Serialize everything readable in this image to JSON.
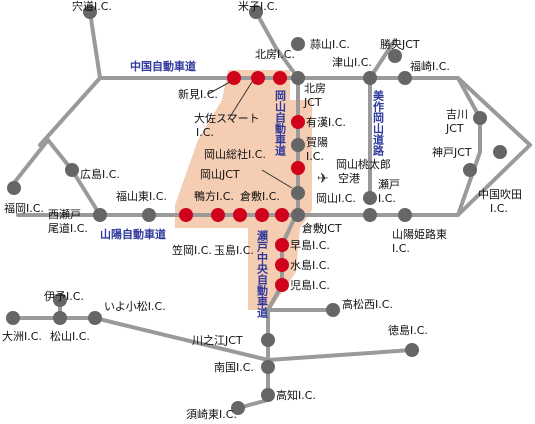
{
  "colors": {
    "road": "#9a9a9a",
    "node": "#666666",
    "highlight_node": "#d0021b",
    "highlight_area": "#f4cdb3",
    "highway_label": "#2f3a9c"
  },
  "highways": {
    "chugoku": "中国自動車道",
    "sanyo": "山陽自動車道",
    "okayama": "岡山自動車道",
    "setochuo": "瀬戸中央自動車道",
    "mimasaka_okayama": "美作岡山道路"
  },
  "interchanges": {
    "shishido": "宍道I.C.",
    "yonago": "米子I.C.",
    "hiruzen": "蒜山I.C.",
    "katsuo_jct": "勝央JCT",
    "tsuyama": "津山I.C.",
    "fukusaki": "福崎I.C.",
    "hokubo": "北房I.C.",
    "hokubo_jct_1": "北房",
    "hokubo_jct_2": "JCT",
    "niimi": "新見I.C.",
    "osa_smart_1": "大佐スマート",
    "osa_smart_2": "I.C.",
    "ukan": "有漢I.C.",
    "kayo_1": "賀陽",
    "kayo_2": "I.C.",
    "okayama_soja": "岡山総社I.C.",
    "yoshikawa_jct_1": "吉川",
    "yoshikawa_jct_2": "JCT",
    "kobe_jct": "神戸JCT",
    "hiroshima": "広島I.C.",
    "okayama_jct": "岡山JCT",
    "airport_1": "岡山桃太郎",
    "airport_2": "空港",
    "seto_1": "瀬戸",
    "seto_2": "I.C.",
    "chugoku_suita_1": "中国吹田",
    "chugoku_suita_2": "I.C.",
    "fukuyama_higashi": "福山東I.C.",
    "kamogata": "鴨方I.C.",
    "kurashiki": "倉敷I.C.",
    "okayama_ic": "岡山I.C.",
    "fukuoka": "福岡I.C.",
    "nishiseto_1": "西瀬戸",
    "nishiseto_2": "尾道I.C.",
    "kurashiki_jct": "倉敷JCT",
    "sanyo_himeji_1": "山陽姫路東",
    "sanyo_himeji_2": "I.C.",
    "hayashima": "早島I.C.",
    "kasaoka": "笠岡I.C.",
    "tamashima": "玉島I.C.",
    "mizushima": "水島I.C.",
    "kojima": "児島I.C.",
    "takamatsu_nishi": "高松西I.C.",
    "iyo": "伊予I.C.",
    "iyo_komatsu": "いよ小松I.C.",
    "ozu": "大洲I.C.",
    "matsuyama": "松山I.C.",
    "tokushima": "徳島I.C.",
    "kawanoe_jct": "川之江JCT",
    "nangoku": "南国I.C.",
    "kochi": "高知I.C.",
    "susaki": "須崎東I.C."
  }
}
